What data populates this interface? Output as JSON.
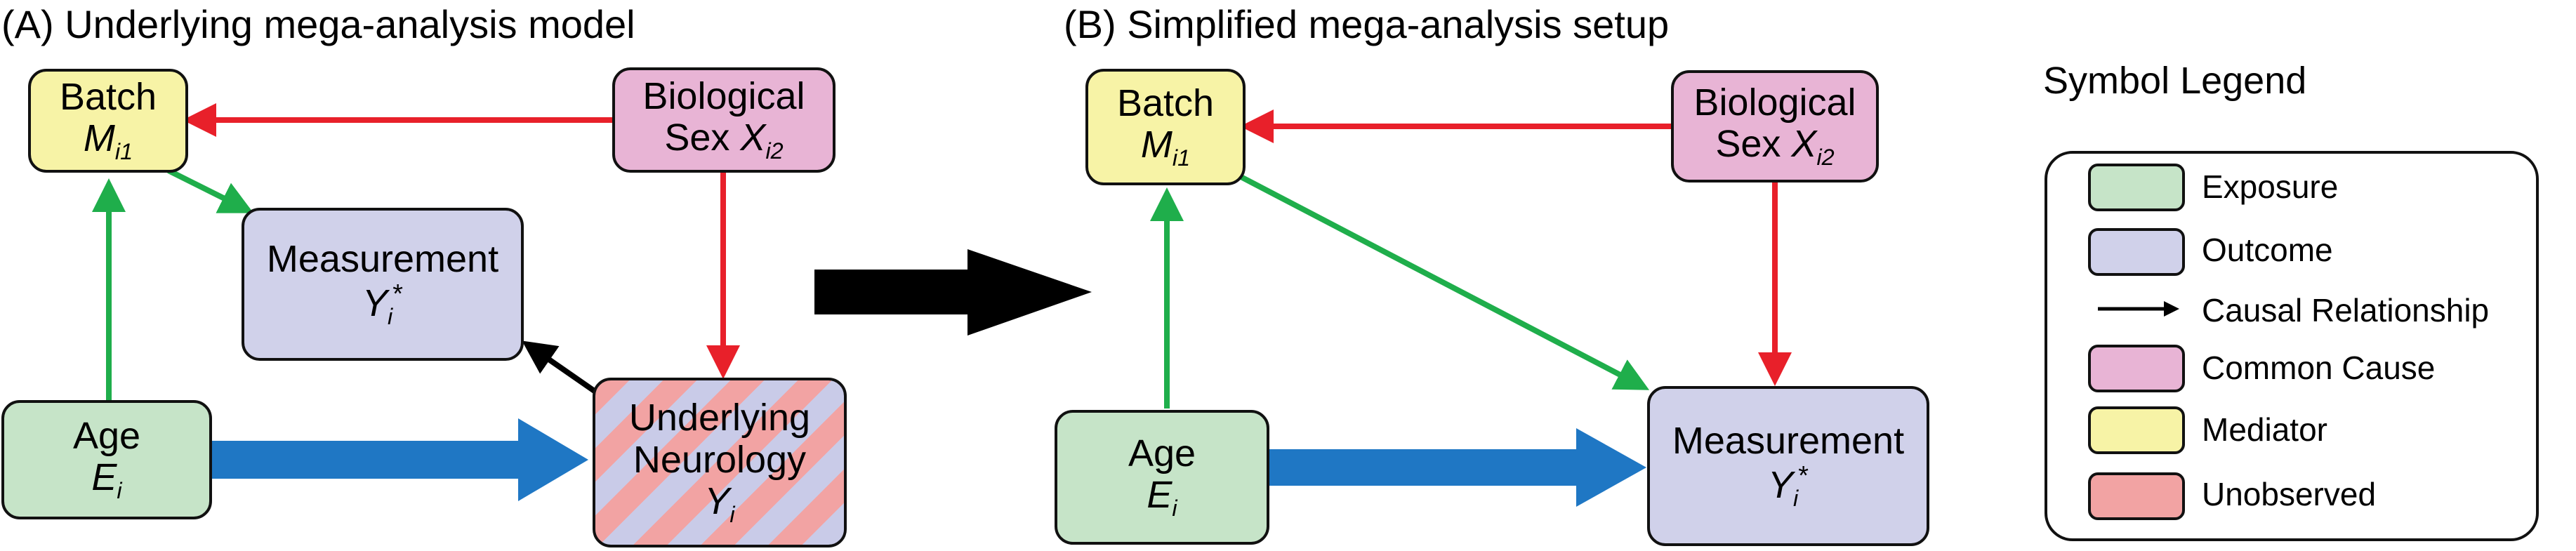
{
  "panel_a": {
    "title": "(A) Underlying mega-analysis model",
    "batch": {
      "line1": "Batch",
      "sym": "M",
      "sub": "i1"
    },
    "sex": {
      "line1": "Biological",
      "line2_text": "Sex ",
      "sym": "X",
      "sub": "i2"
    },
    "measurement": {
      "line1": "Measurement",
      "sym": "Y",
      "sub": "i",
      "sup": "*"
    },
    "age": {
      "line1": "Age",
      "sym": "E",
      "sub": "i"
    },
    "neurology": {
      "line1": "Underlying",
      "line2": "Neurology",
      "sym": "Y",
      "sub": "i"
    }
  },
  "panel_b": {
    "title": "(B) Simplified mega-analysis setup",
    "batch": {
      "line1": "Batch",
      "sym": "M",
      "sub": "i1"
    },
    "sex": {
      "line1": "Biological",
      "line2_text": "Sex ",
      "sym": "X",
      "sub": "i2"
    },
    "age": {
      "line1": "Age",
      "sym": "E",
      "sub": "i"
    },
    "measurement": {
      "line1": "Measurement",
      "sym": "Y",
      "sub": "i",
      "sup": "*"
    }
  },
  "legend": {
    "title": "Symbol Legend",
    "items": [
      {
        "label": "Exposure",
        "kind": "box",
        "color": "#c6e4c8"
      },
      {
        "label": "Outcome",
        "kind": "box",
        "color": "#d0d1ea"
      },
      {
        "label": "Causal Relationship",
        "kind": "arrow",
        "color": "#000000"
      },
      {
        "label": "Common Cause",
        "kind": "box",
        "color": "#e8b4d5"
      },
      {
        "label": "Mediator",
        "kind": "box",
        "color": "#f7f3a6"
      },
      {
        "label": "Unobserved",
        "kind": "box",
        "color": "#f2a3a3"
      }
    ]
  },
  "colors": {
    "red_arrow": "#e8202a",
    "green_arrow": "#1fae4b",
    "blue_arrow": "#1f77c4",
    "black_arrow": "#000000"
  }
}
